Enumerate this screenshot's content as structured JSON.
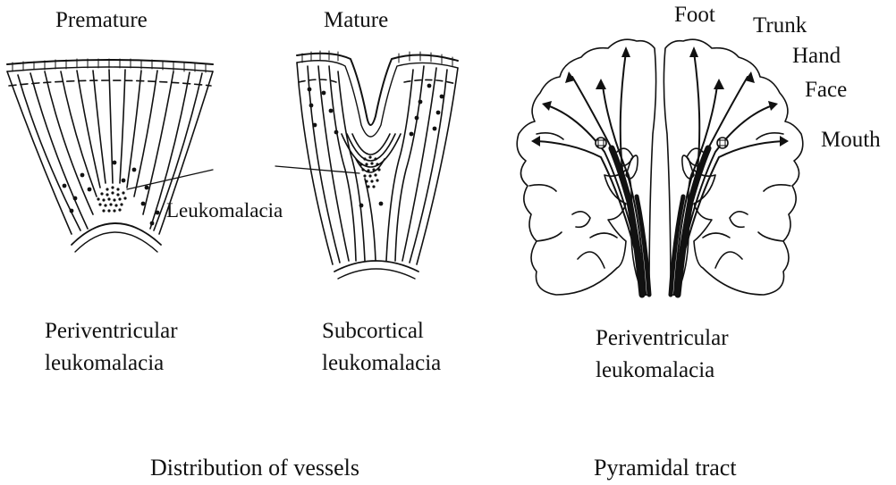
{
  "left_panel": {
    "premature_title": "Premature",
    "mature_title": "Mature",
    "leukomalacia_label": "Leukomalacia",
    "periventricular_line1": "Periventricular",
    "periventricular_line2": "leukomalacia",
    "subcortical_line1": "Subcortical",
    "subcortical_line2": "leukomalacia",
    "caption": "Distribution of vessels"
  },
  "right_panel": {
    "regions": [
      "Foot",
      "Trunk",
      "Hand",
      "Face",
      "Mouth"
    ],
    "periventricular_line1": "Periventricular",
    "periventricular_line2": "leukomalacia",
    "caption": "Pyramidal tract"
  }
}
